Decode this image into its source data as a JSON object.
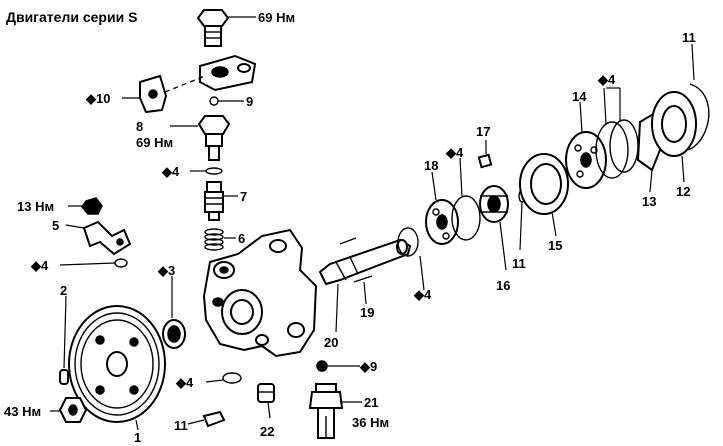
{
  "title": "Двигатели серии S",
  "labels": {
    "l1": "1",
    "l2": "2",
    "l3": "◆3",
    "l4a": "◆4",
    "l4b": "◆4",
    "l4c": "◆4",
    "l4d": "◆4",
    "l4e": "◆4",
    "l4f": "◆4",
    "l5": "5",
    "l6": "6",
    "l7": "7",
    "l8": "8",
    "l9a": "9",
    "l9b": "◆9",
    "l10": "◆10",
    "l11a": "11",
    "l11b": "11",
    "l11c": "11",
    "l12": "12",
    "l13": "13",
    "l14": "14",
    "l15": "15",
    "l16": "16",
    "l17": "17",
    "l18": "18",
    "l19": "19",
    "l20": "20",
    "l21": "21",
    "l22": "22"
  },
  "torques": {
    "t69a": "69 Нм",
    "t69b": "69 Нм",
    "t13": "13 Нм",
    "t43": "43 Нм",
    "t36": "36 Нм"
  }
}
